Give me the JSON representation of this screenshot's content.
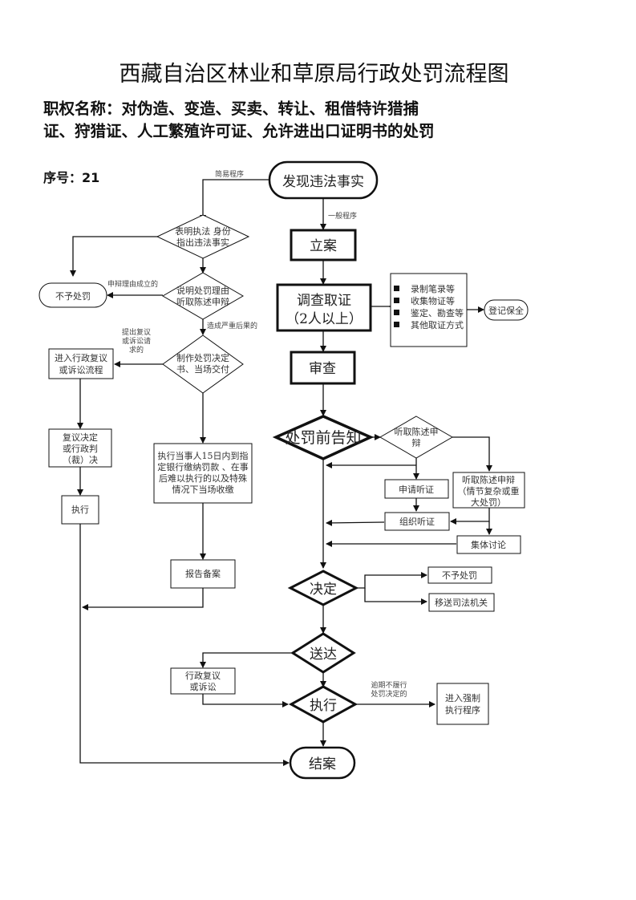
{
  "header": {
    "title": "西藏自治区林业和草原局行政处罚流程图",
    "authority_line1": "职权名称：对伪造、变造、买卖、转让、租借特许猎捕",
    "authority_line2": "证、狩猎证、人工繁殖许可证、允许进出口证明书的处罚",
    "sequence": "序号：21"
  },
  "flowchart": {
    "start": "发现违法事实",
    "edge_simple": "简易程序",
    "edge_general": "一般程序",
    "simple": {
      "d1_line1": "表明执法 身份",
      "d1_line2": "指出违法事实",
      "d2_line1": "说明处罚理由",
      "d2_line2": "听取陈述申辩",
      "edge_defense_valid": "申辩理由成立的",
      "no_penalty": "不予处罚",
      "edge_serious": "造成严重后果的",
      "d3_line1": "制作处罚决定",
      "d3_line2": "书、当场交付",
      "edge_review_line1": "提出复议",
      "edge_review_line2": "或诉讼请",
      "edge_review_line3": "求的",
      "review_box_line1": "进入行政复议",
      "review_box_line2": "或诉讼流程",
      "review_decision_line1": "复议决定",
      "review_decision_line2": "或行政判",
      "review_decision_line3": "（裁）决",
      "execute": "执行",
      "payment_line1": "执行当事人15日内到指",
      "payment_line2": "定银行缴纳罚款 、在事",
      "payment_line3": "后难以执行的以及特殊",
      "payment_line4": "情况下当场收缴",
      "report": "报告备案"
    },
    "general": {
      "filing": "立案",
      "investigate_line1": "调查取证",
      "investigate_line2": "（2人以上）",
      "evidence_items": [
        "录制笔录等",
        "收集物证等",
        "鉴定、勘查等",
        "其他取证方式"
      ],
      "register": "登记保全",
      "review": "审查",
      "notice": "处罚前告知",
      "hear_line1": "听取陈述申",
      "hear_line2": "辩",
      "apply_hearing": "申请听证",
      "organize_hearing": "组织听证",
      "complex_line1": "听取陈述申辩",
      "complex_line2": "（情节复杂或重",
      "complex_line3": "大处罚）",
      "collective": "集体讨论",
      "decision": "决定",
      "no_penalty": "不予处罚",
      "transfer": "移送司法机关",
      "deliver": "送达",
      "admin_review_line1": "行政复议",
      "admin_review_line2": "或诉讼",
      "execute": "执行",
      "edge_overdue_line1": "逾期不履行",
      "edge_overdue_line2": "处罚决定的",
      "enforce_line1": "进入强制",
      "enforce_line2": "执行程序",
      "close": "结案"
    }
  }
}
